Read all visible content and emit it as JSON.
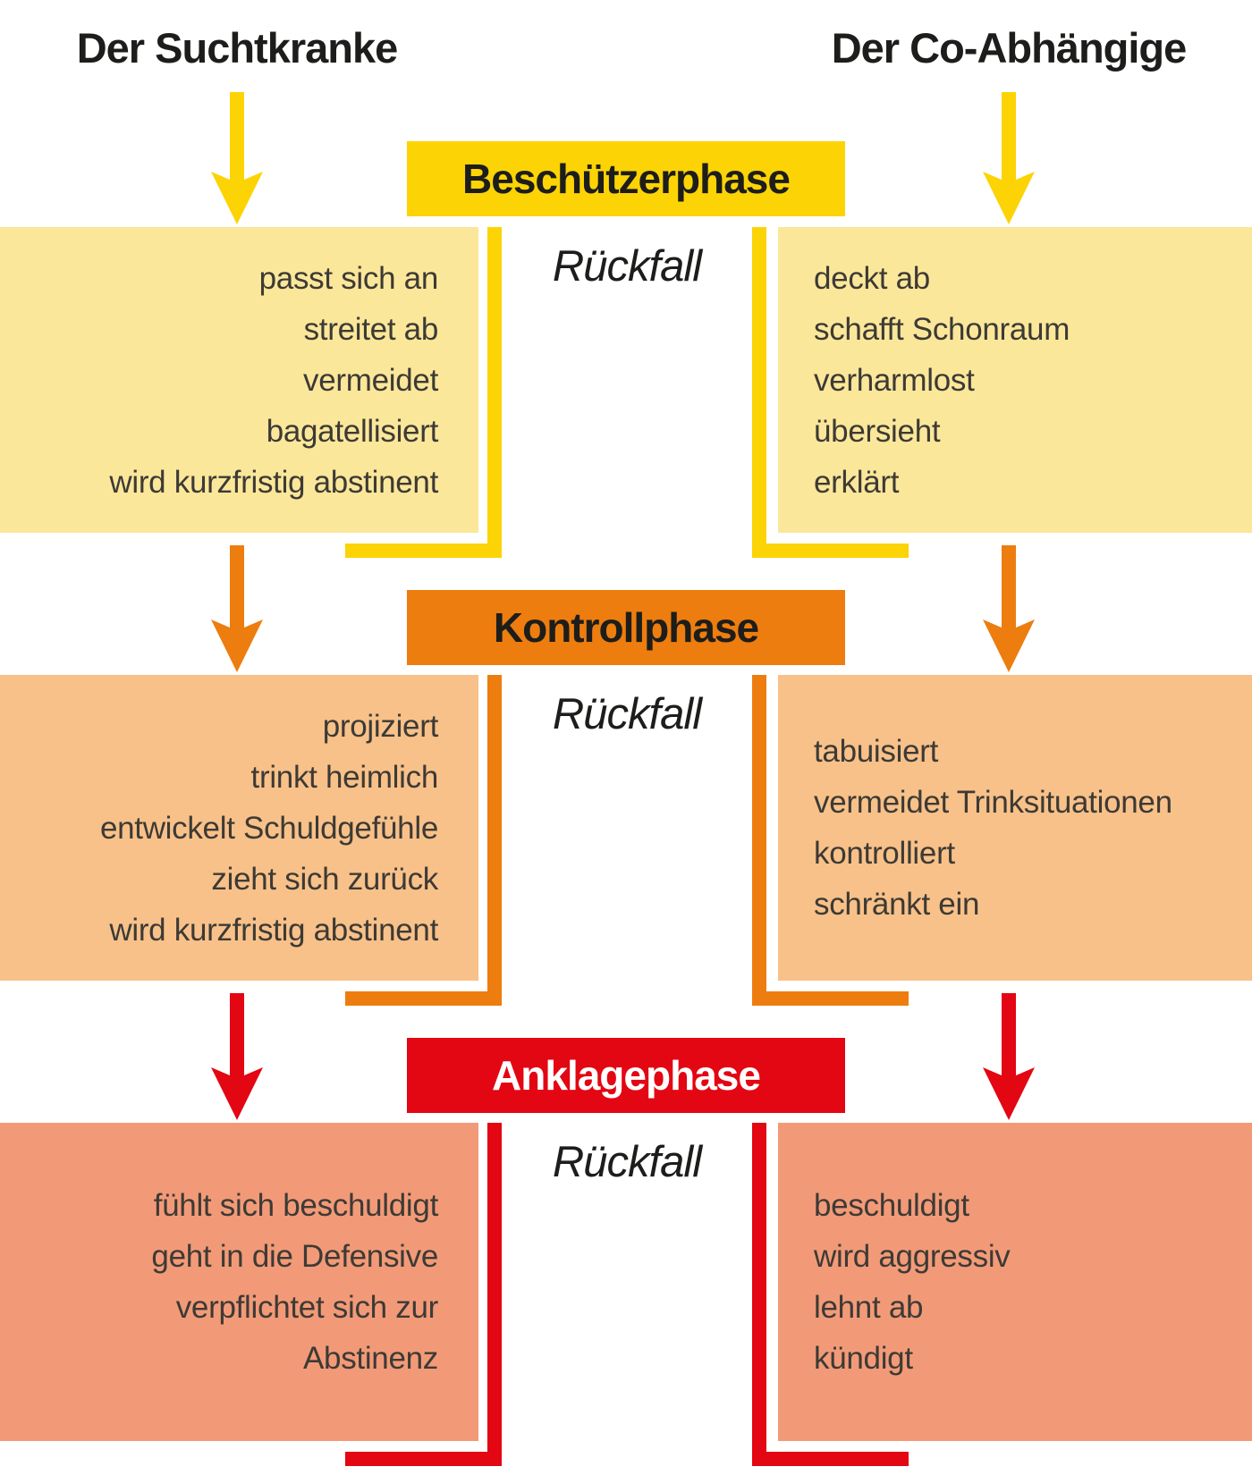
{
  "columns": {
    "left_title": "Der Suchtkranke",
    "right_title": "Der Co-Abhängige"
  },
  "relapse_label": "Rückfall",
  "colors": {
    "phase1_accent": "#fcd305",
    "phase1_box": "#fbe79a",
    "phase2_accent": "#ed7d0e",
    "phase2_box": "#f8c189",
    "phase3_accent": "#e30613",
    "phase3_box": "#f29a78",
    "heading_text": "#1d1d1b",
    "body_text": "#3d3a35",
    "phase3_title_text": "#ffffff"
  },
  "phases": [
    {
      "name": "Beschützerphase",
      "left_lines": [
        "passt sich an",
        "streitet ab",
        "vermeidet",
        "bagatellisiert",
        "wird kurzfristig abstinent"
      ],
      "right_lines": [
        "deckt ab",
        "schafft Schonraum",
        "verharmlost",
        "übersieht",
        "erklärt"
      ]
    },
    {
      "name": "Kontrollphase",
      "left_lines": [
        "projiziert",
        "trinkt heimlich",
        "entwickelt Schuldgefühle",
        "zieht sich zurück",
        "wird kurzfristig abstinent"
      ],
      "right_lines": [
        "tabuisiert",
        "vermeidet Trinksituationen",
        "kontrolliert",
        "schränkt ein"
      ]
    },
    {
      "name": "Anklagephase",
      "left_lines": [
        "fühlt sich beschuldigt",
        "geht in die Defensive",
        "verpflichtet sich zur",
        "Abstinenz"
      ],
      "right_lines": [
        "beschuldigt",
        "wird aggressiv",
        "lehnt ab",
        "kündigt"
      ]
    }
  ]
}
